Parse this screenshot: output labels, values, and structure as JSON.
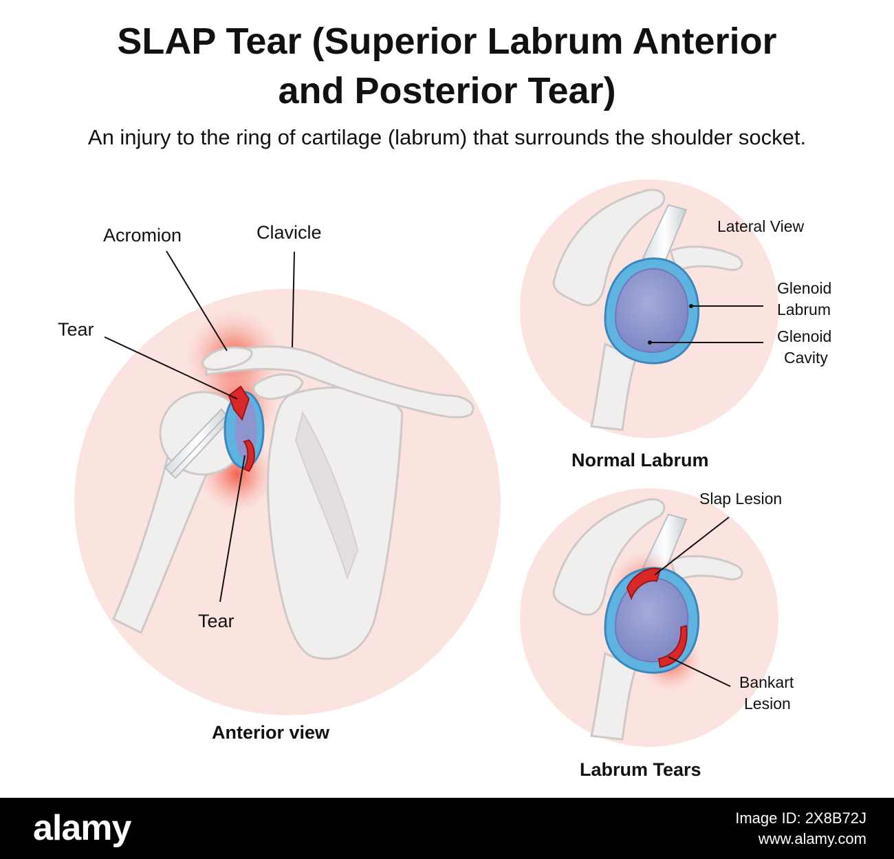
{
  "title": {
    "line1": "SLAP Tear (Superior Labrum Anterior",
    "line2": "and Posterior Tear)"
  },
  "subtitle": "An injury to the ring of cartilage (labrum) that surrounds the shoulder socket.",
  "anterior": {
    "labels": {
      "acromion": "Acromion",
      "clavicle": "Clavicle",
      "tear_top": "Tear",
      "tear_bottom": "Tear"
    },
    "caption": "Anterior view"
  },
  "normal": {
    "labels": {
      "lateral_view": "Lateral View",
      "glenoid_labrum_1": "Glenoid",
      "glenoid_labrum_2": "Labrum",
      "glenoid_cavity_1": "Glenoid",
      "glenoid_cavity_2": "Cavity"
    },
    "caption": "Normal Labrum"
  },
  "tears": {
    "labels": {
      "slap_lesion": "Slap Lesion",
      "bankart_1": "Bankart",
      "bankart_2": "Lesion"
    },
    "caption": "Labrum Tears"
  },
  "footer": {
    "brand": "alamy",
    "image_id": "Image ID: 2X8B72J",
    "site": "www.alamy.com"
  },
  "colors": {
    "circle_bg": "#fbe3df",
    "bone": "#f1eeee",
    "bone_outline": "#cfc8c8",
    "labrum_blue": "#5fb3e0",
    "cavity": "#8d95cf",
    "tear_red": "#d8282a",
    "glow_red": "#f05040"
  }
}
